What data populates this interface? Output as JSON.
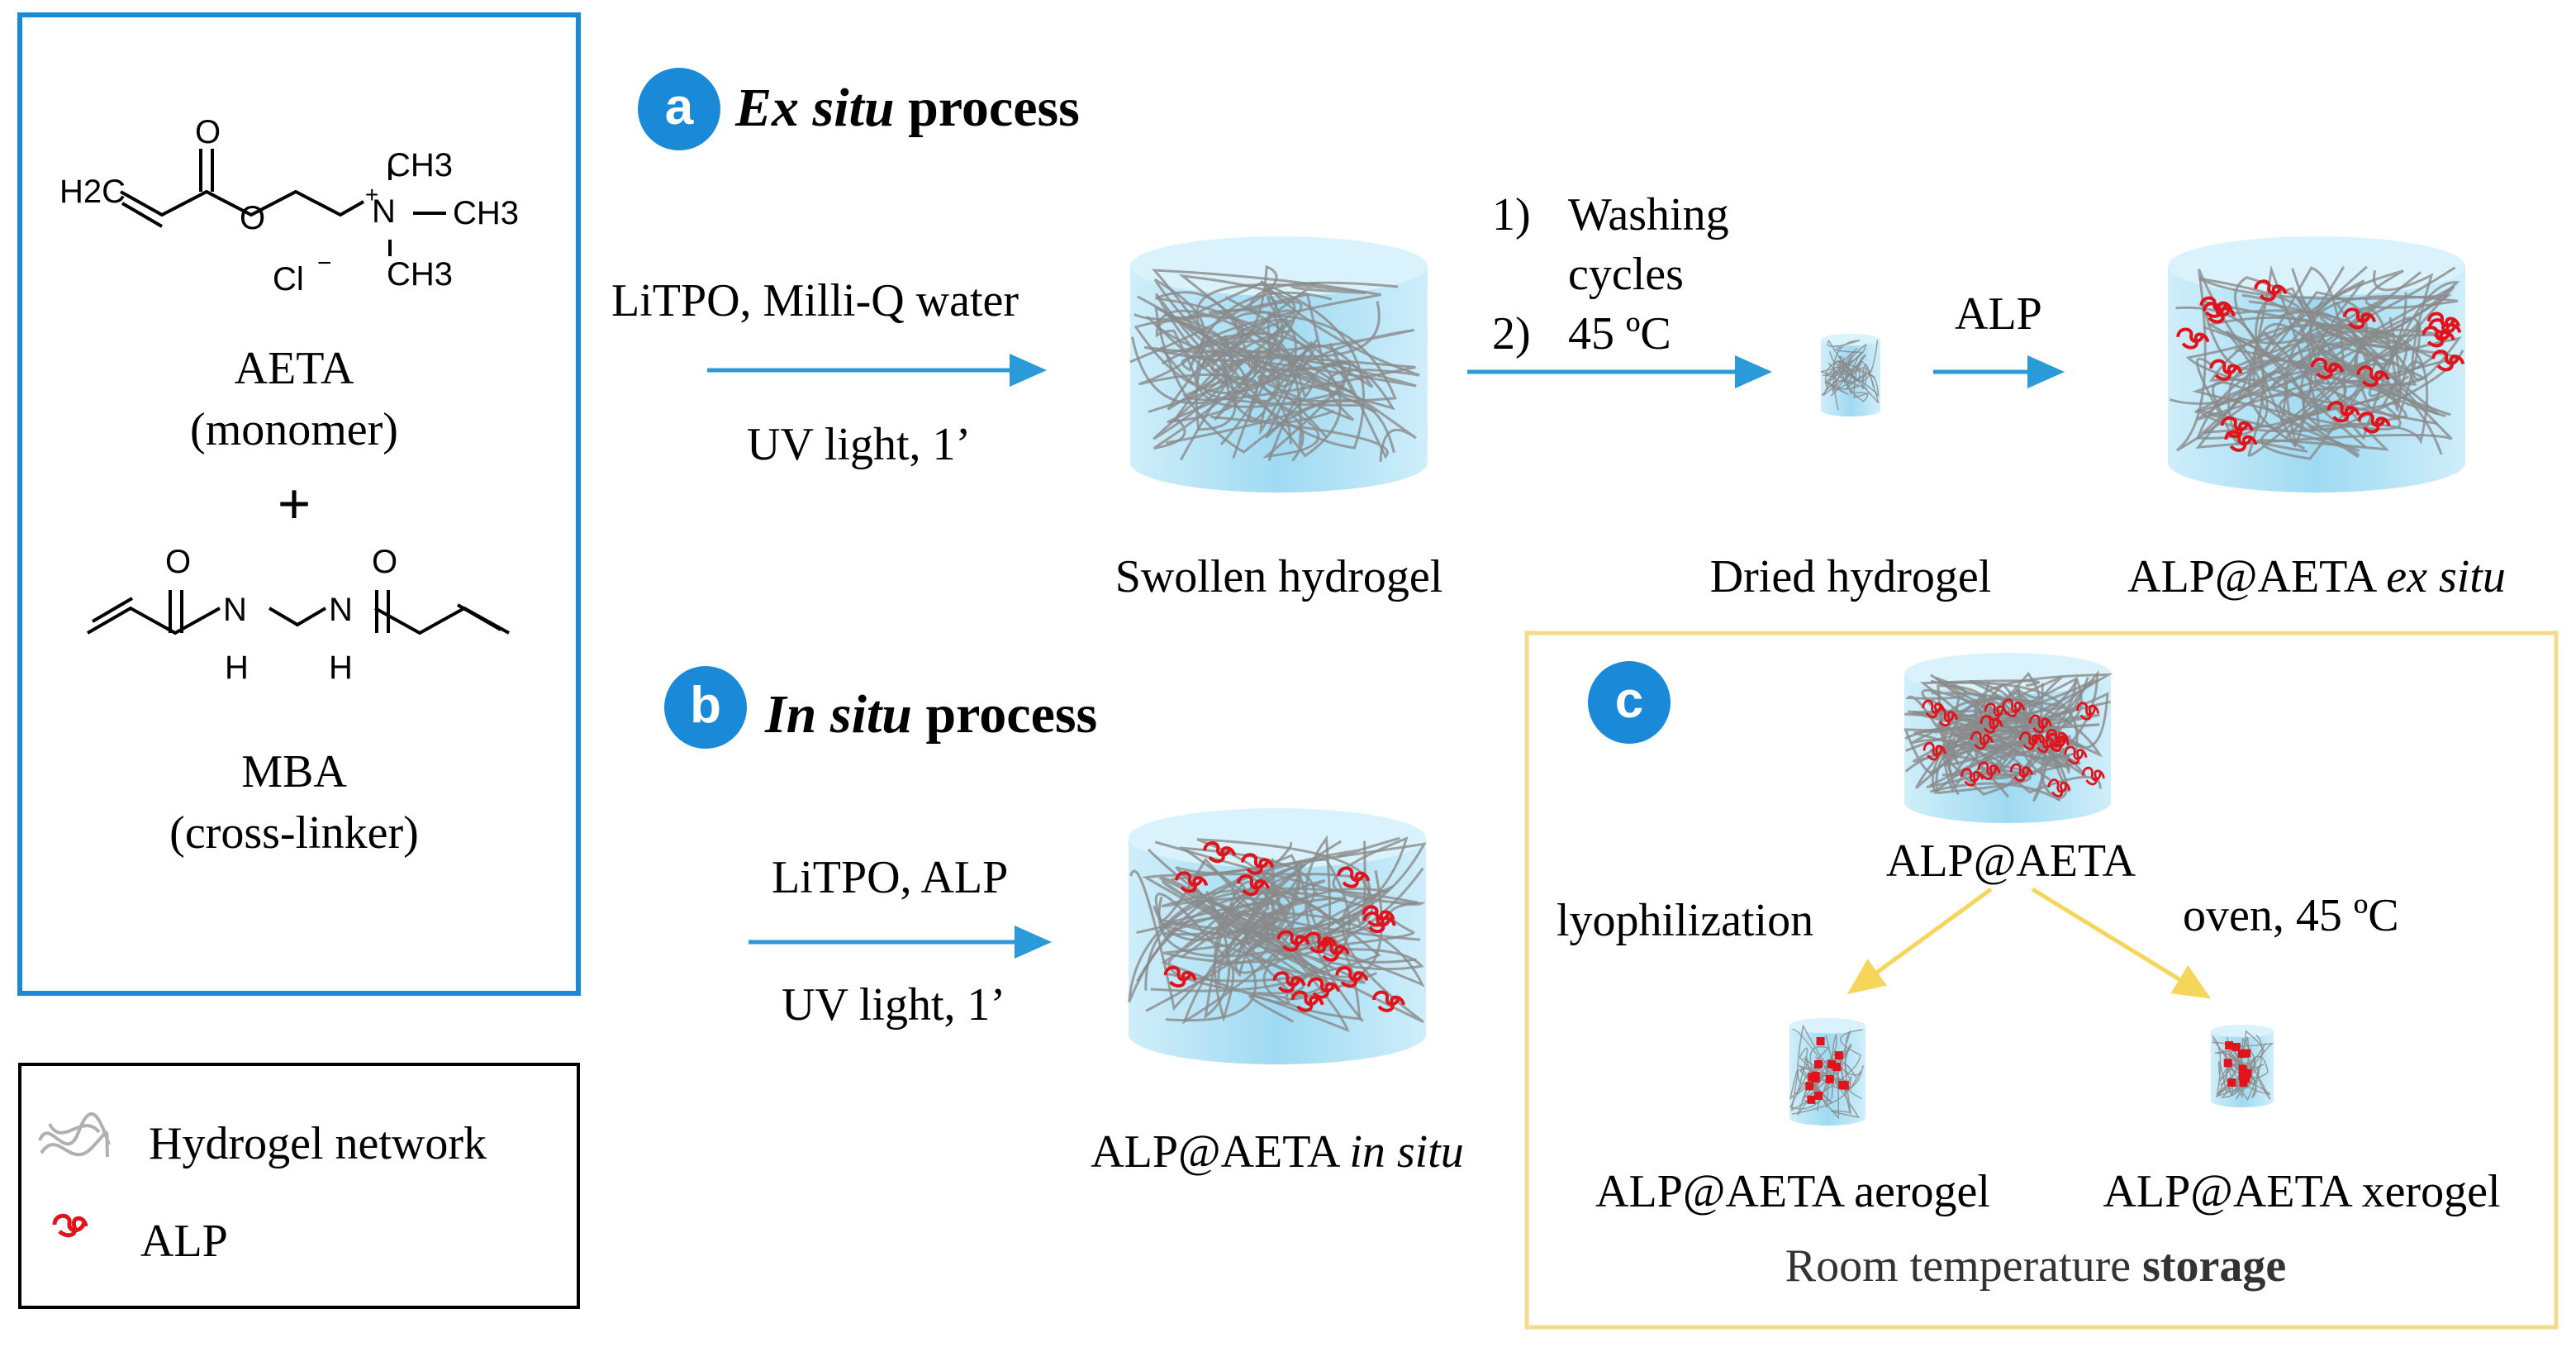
{
  "monomer_panel": {
    "aeta_name": "AETA",
    "aeta_role": "(monomer)",
    "plus": "+",
    "mba_name": "MBA",
    "mba_role": "(cross-linker)",
    "chem": {
      "h2c": "H2C",
      "o_carbonyl": "O",
      "o_ester": "O",
      "n_plus": "N",
      "plus_sign": "+",
      "ch3_top": "CH3",
      "ch3_right": "CH3",
      "ch3_bottom": "CH3",
      "cl": "Cl",
      "cl_charge": "−",
      "mba_o1": "O",
      "mba_o2": "O",
      "mba_n1": "N",
      "mba_n2": "N",
      "mba_h1": "H",
      "mba_h2": "H"
    }
  },
  "legend": {
    "network_label": "Hydrogel network",
    "alp_label": "ALP"
  },
  "section_a": {
    "badge": "a",
    "title_italic": "Ex situ",
    "title_rest": " process",
    "step1_top": "LiTPO, Milli-Q water",
    "step1_bottom": "UV light, 1’",
    "swollen_label": "Swollen hydrogel",
    "wash_num1": "1)",
    "wash_line1": "Washing",
    "wash_line2": "cycles",
    "wash_num2": "2)",
    "wash_temp": "45 ºC",
    "dried_label": "Dried hydrogel",
    "alp_step": "ALP",
    "product_main": "ALP@AETA ",
    "product_italic": "ex situ"
  },
  "section_b": {
    "badge": "b",
    "title_italic": "In situ",
    "title_rest": " process",
    "step_top": "LiTPO, ALP",
    "step_bottom": "UV light, 1’",
    "product_main": "ALP@AETA ",
    "product_italic": "in situ"
  },
  "section_c": {
    "badge": "c",
    "center_label": "ALP@AETA",
    "left_step": "lyophilization",
    "right_step": "oven, 45 ºC",
    "aerogel_label": "ALP@AETA aerogel",
    "xerogel_label": "ALP@AETA xerogel",
    "footer_main": "Room temperature ",
    "footer_bold": "storage"
  },
  "colors": {
    "frame_blue": "#1a8ad8",
    "frame_yellow": "#f2dc8c",
    "arrow_blue": "#2a9ad8",
    "arrow_yellow": "#f5d55a",
    "alp_red": "#e0141c",
    "gel_blue": "#bfe6f6"
  }
}
